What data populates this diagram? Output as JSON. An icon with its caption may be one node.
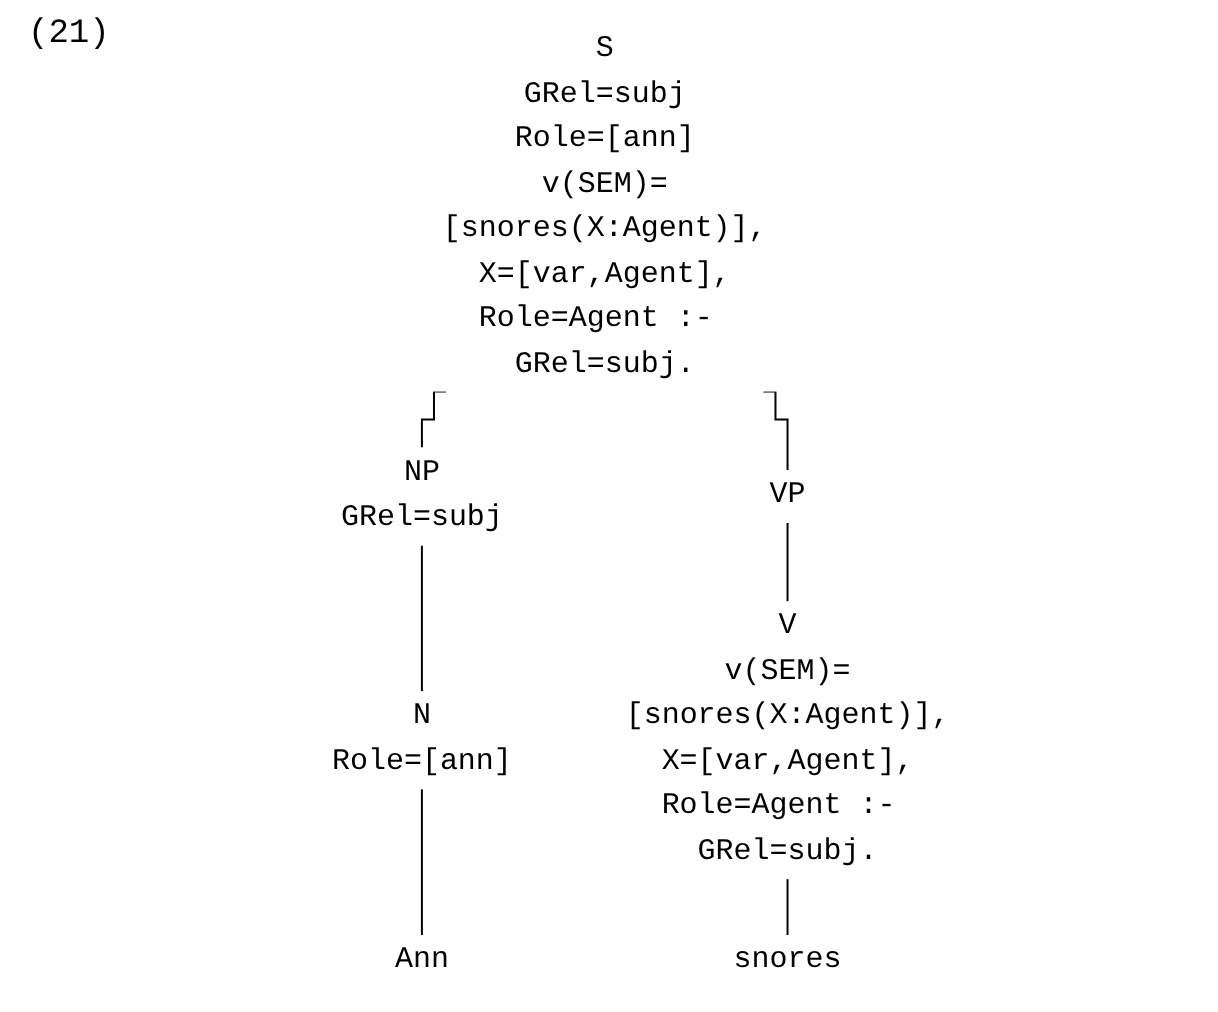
{
  "diagram": {
    "nodes": [
      {
        "text": [
          "S",
          "GRel=subj",
          "Role=[ann]",
          "v(SEM)=[snores(X:Agent)],",
          "X=[var,Agent],",
          "Role=Agent :- GRel=subj."
        ]
      },
      {
        "text": [
          "NP",
          "GRel=subj"
        ]
      },
      {
        "text": [
          "VP"
        ]
      },
      {
        "text": [
          "N",
          "Role=[ann]"
        ]
      },
      {
        "text": [
          "V",
          "v(SEM)=[snores(X:Agent)],",
          "X=[var,Agent],",
          "Role=Agent :- GRel=subj."
        ]
      },
      {
        "text": [
          "Ann"
        ]
      },
      {
        "text": [
          "snores"
        ]
      }
    ],
    "edges": [
      {
        "from": 0,
        "to": 1,
        "arrow": "none"
      },
      {
        "from": 0,
        "to": 2,
        "arrow": "none"
      },
      {
        "from": 1,
        "to": 3,
        "arrow": "none"
      },
      {
        "from": 2,
        "to": 4,
        "arrow": "none"
      },
      {
        "from": 3,
        "to": 5,
        "arrow": "none"
      },
      {
        "from": 4,
        "to": 6,
        "arrow": "none"
      }
    ],
    "labels": [
      "(21)"
    ]
  }
}
